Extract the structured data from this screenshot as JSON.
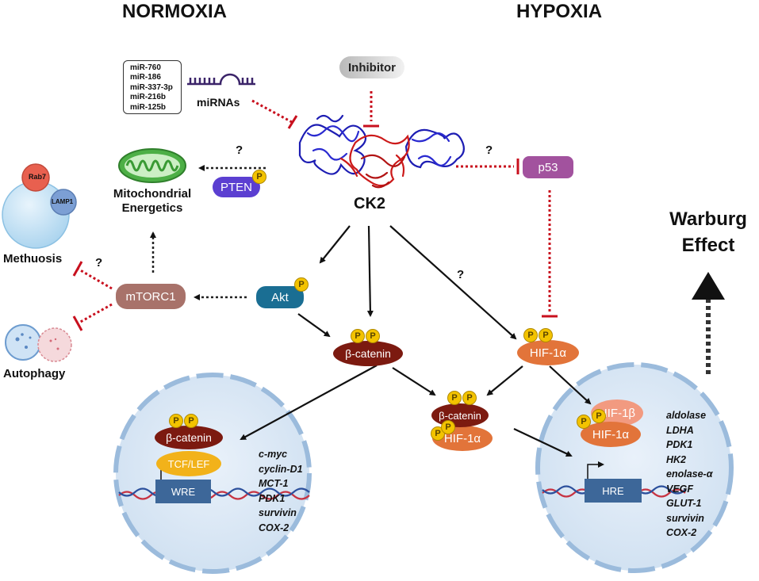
{
  "headers": {
    "normoxia": "NORMOXIA",
    "hypoxia": "HYPOXIA"
  },
  "inhibitor": "Inhibitor",
  "mirnas": {
    "label": "miRNAs",
    "list": [
      "miR-760",
      "miR-186",
      "miR-337-3p",
      "miR-216b",
      "miR-125b"
    ]
  },
  "ck2": "CK2",
  "mito": {
    "line1": "Mitochondrial",
    "line2": "Energetics"
  },
  "pten": "PTEN",
  "p53": "p53",
  "lysosome": {
    "rab7": "Rab7",
    "lamp1": "LAMP1",
    "methuosis": "Methuosis"
  },
  "autophagy": "Autophagy",
  "mtorc1": "mTORC1",
  "akt": "Akt",
  "beta_catenin": "β-catenin",
  "hif1a": "HIF-1α",
  "hif1b": "HIF-1β",
  "tcf_lef": "TCF/LEF",
  "wre": "WRE",
  "hre": "HRE",
  "phospho": "P",
  "question": "?",
  "warburg": {
    "line1": "Warburg",
    "line2": "Effect"
  },
  "wnt_genes": [
    "c-myc",
    "cyclin-D1",
    "MCT-1",
    "PDK1",
    "survivin",
    "COX-2"
  ],
  "hif_genes": [
    "aldolase",
    "LDHA",
    "PDK1",
    "HK2",
    "enolase-α",
    "VEGF",
    "GLUT-1",
    "survivin",
    "COX-2"
  ],
  "colors": {
    "inhibit": "#c8101e",
    "pten": "#5b3fd1",
    "p53": "#a2529e",
    "mtorc1": "#a8726a",
    "akt": "#1a6e93",
    "beta_catenin": "#7c1a10",
    "hif1a": "#e2743a",
    "hif1b": "#f29a80",
    "tcf_lef": "#f2b21a",
    "response_element": "#3d6799",
    "nucleus": "#dce8f5",
    "mitochondrion": "#4daf46"
  }
}
